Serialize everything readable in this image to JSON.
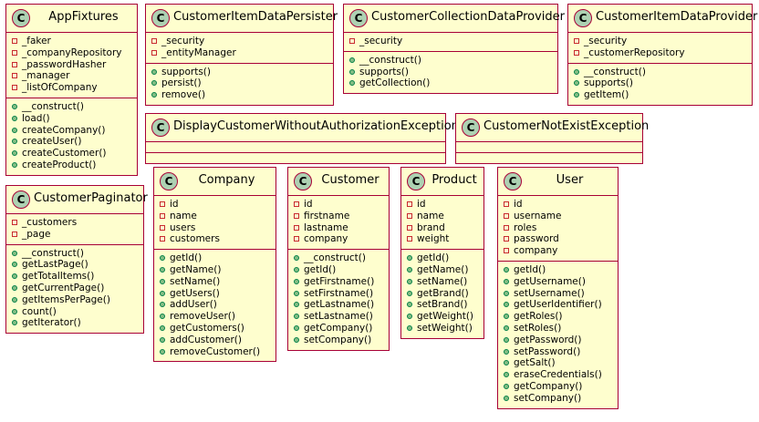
{
  "classes": [
    {
      "id": "app-fixtures",
      "badge": "C",
      "name": "AppFixtures",
      "fields": [
        "_faker",
        "_companyRepository",
        "_passwordHasher",
        "_manager",
        "_listOfCompany"
      ],
      "methods": [
        "__construct()",
        "load()",
        "createCompany()",
        "createUser()",
        "createCustomer()",
        "createProduct()"
      ]
    },
    {
      "id": "customer-item-data-persister",
      "badge": "C",
      "name": "CustomerItemDataPersister",
      "fields": [
        "_security",
        "_entityManager"
      ],
      "methods": [
        "supports()",
        "persist()",
        "remove()"
      ]
    },
    {
      "id": "customer-collection-data-provider",
      "badge": "C",
      "name": "CustomerCollectionDataProvider",
      "fields": [
        "_security"
      ],
      "methods": [
        "__construct()",
        "supports()",
        "getCollection()"
      ]
    },
    {
      "id": "customer-item-data-provider",
      "badge": "C",
      "name": "CustomerItemDataProvider",
      "fields": [
        "_security",
        "_customerRepository"
      ],
      "methods": [
        "__construct()",
        "supports()",
        "getItem()"
      ]
    },
    {
      "id": "display-customer-exception",
      "badge": "C",
      "name": "DisplayCustomerWithoutAuthorizationException",
      "fields": [],
      "methods": []
    },
    {
      "id": "customer-not-exist-exception",
      "badge": "C",
      "name": "CustomerNotExistException",
      "fields": [],
      "methods": []
    },
    {
      "id": "customer-paginator",
      "badge": "C",
      "name": "CustomerPaginator",
      "fields": [
        "_customers",
        "_page"
      ],
      "methods": [
        "__construct()",
        "getLastPage()",
        "getTotalItems()",
        "getCurrentPage()",
        "getItemsPerPage()",
        "count()",
        "getIterator()"
      ]
    },
    {
      "id": "company",
      "badge": "C",
      "name": "Company",
      "fields": [
        "id",
        "name",
        "users",
        "customers"
      ],
      "methods": [
        "getId()",
        "getName()",
        "setName()",
        "getUsers()",
        "addUser()",
        "removeUser()",
        "getCustomers()",
        "addCustomer()",
        "removeCustomer()"
      ]
    },
    {
      "id": "customer",
      "badge": "C",
      "name": "Customer",
      "fields": [
        "id",
        "firstname",
        "lastname",
        "company"
      ],
      "methods": [
        "__construct()",
        "getId()",
        "getFirstname()",
        "setFirstname()",
        "getLastname()",
        "setLastname()",
        "getCompany()",
        "setCompany()"
      ]
    },
    {
      "id": "product",
      "badge": "C",
      "name": "Product",
      "fields": [
        "id",
        "name",
        "brand",
        "weight"
      ],
      "methods": [
        "getId()",
        "getName()",
        "setName()",
        "getBrand()",
        "setBrand()",
        "getWeight()",
        "setWeight()"
      ]
    },
    {
      "id": "user",
      "badge": "C",
      "name": "User",
      "fields": [
        "id",
        "username",
        "roles",
        "password",
        "company"
      ],
      "methods": [
        "getId()",
        "getUsername()",
        "setUsername()",
        "getUserIdentifier()",
        "getRoles()",
        "setRoles()",
        "getPassword()",
        "setPassword()",
        "getSalt()",
        "eraseCredentials()",
        "getCompany()",
        "setCompany()"
      ]
    }
  ],
  "colors": {
    "box_fill": "#FEFECE",
    "box_border": "#A80036",
    "badge_fill": "#ADD1B2",
    "private_marker": "#C82930",
    "public_marker_fill": "#84BE84",
    "public_marker_border": "#038048"
  }
}
